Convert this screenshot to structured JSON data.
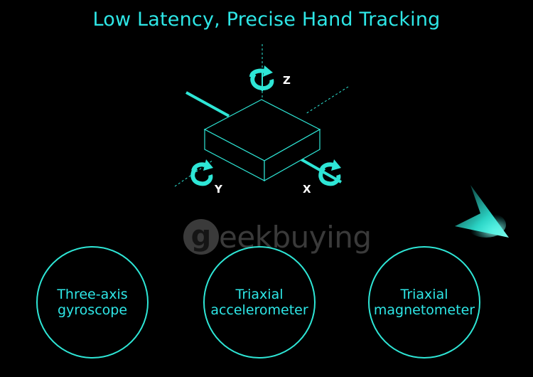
{
  "title": "Low Latency, Precise Hand Tracking",
  "diagram": {
    "axis_z": "Z",
    "axis_y": "Y",
    "axis_x": "X"
  },
  "watermark": {
    "logo_letter": "g",
    "text": "eekbuying"
  },
  "sensors": [
    {
      "line1": "Three-axis",
      "line2": "gyroscope"
    },
    {
      "line1": "Triaxial",
      "line2": "accelerometer"
    },
    {
      "line1": "Triaxial",
      "line2": "magnetometer"
    }
  ],
  "colors": {
    "accent": "#2ee6e6",
    "background": "#000000",
    "watermark": "#3a3a3a"
  }
}
